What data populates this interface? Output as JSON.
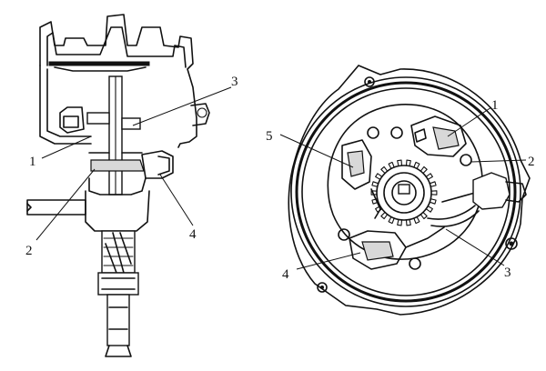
{
  "left_view": {
    "callouts": [
      "1",
      "2",
      "3",
      "4"
    ]
  },
  "right_view": {
    "callouts": [
      "1",
      "2",
      "3",
      "4",
      "5"
    ]
  }
}
